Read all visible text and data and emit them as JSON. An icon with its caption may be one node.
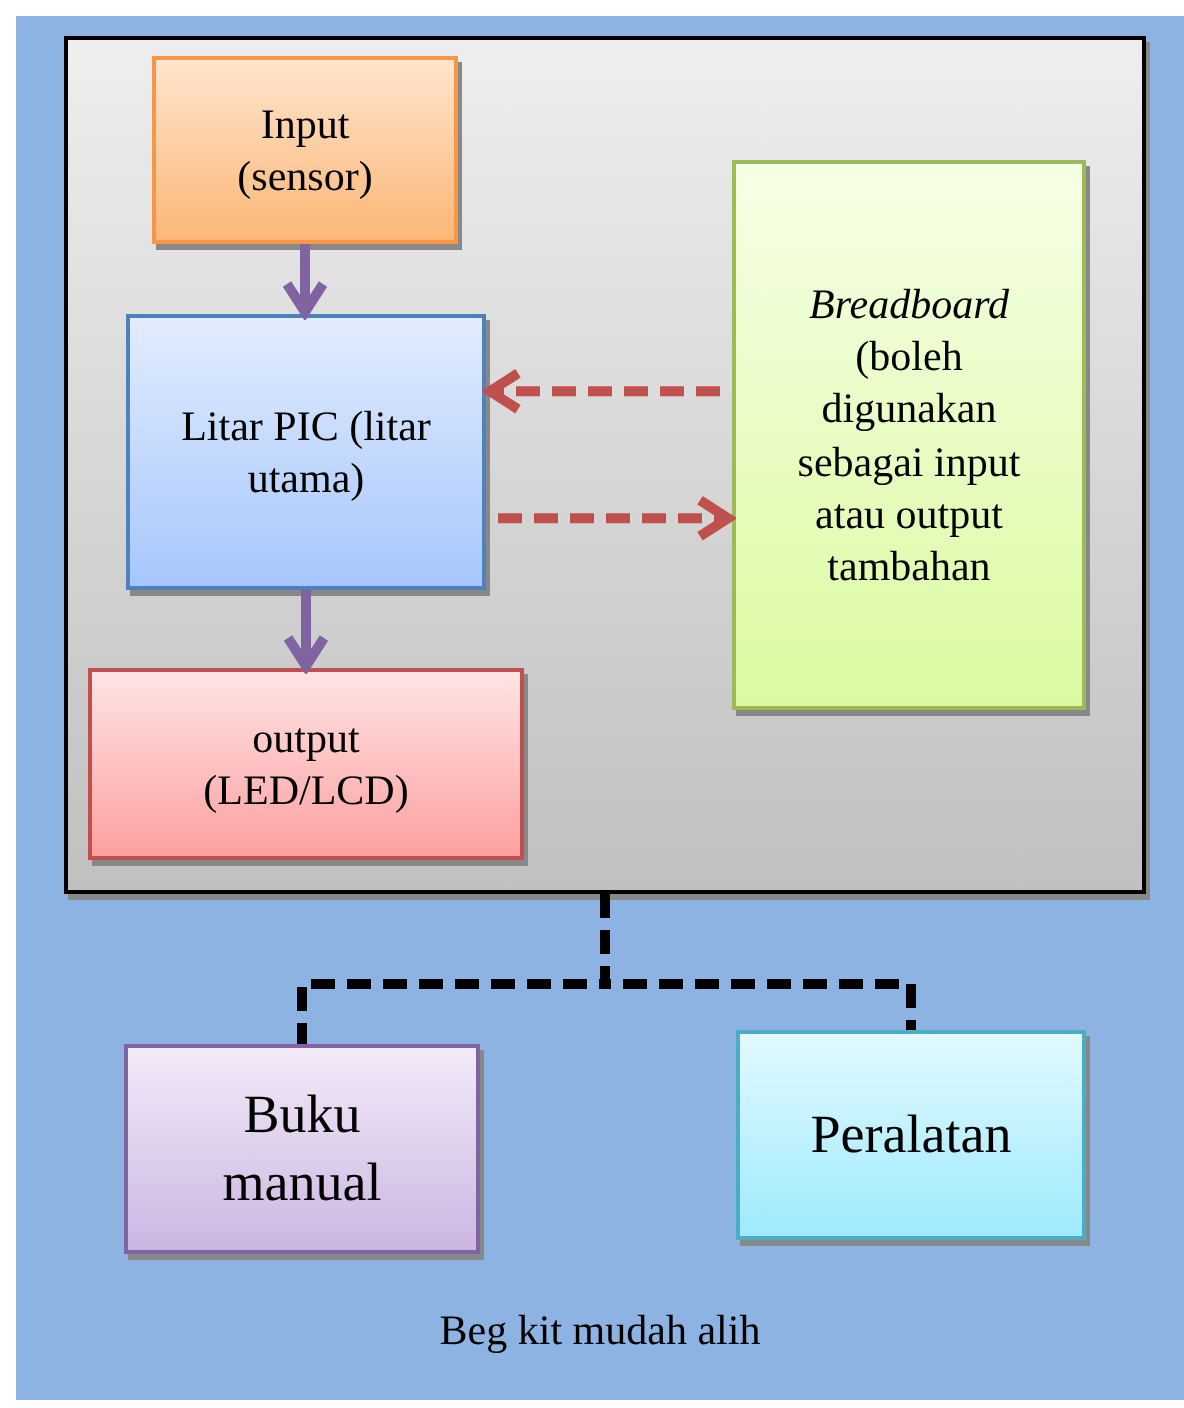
{
  "diagram": {
    "nodes": [
      {
        "text": [
          "Beg kit mudah alih"
        ]
      },
      {
        "text": [],
        "shape": "box",
        "in": 0
      },
      {
        "text": [
          "Input (sensor)"
        ],
        "in": 1
      },
      {
        "text": [
          "Litar PIC (litar utama)"
        ],
        "in": 1
      },
      {
        "text": [
          "*Breadboard* (boleh digunakan sebagai input atau output tambahan"
        ],
        "in": 1
      },
      {
        "text": [
          "output (LED/LCD)"
        ],
        "in": 1
      },
      {
        "text": [
          "Buku manual"
        ],
        "in": 0
      },
      {
        "text": [
          "Peralatan"
        ],
        "in": 0
      }
    ],
    "edges": [
      {
        "from": 2,
        "to": 3,
        "arrow": "to"
      },
      {
        "from": 4,
        "to": 3,
        "arrow": "to",
        "style": "dashed",
        "color": "#c0504d"
      },
      {
        "from": 3,
        "to": 4,
        "arrow": "to",
        "style": "dashed",
        "color": "#c0504d"
      },
      {
        "from": 3,
        "to": 5,
        "arrow": "to"
      },
      {
        "from": 1,
        "to": 6,
        "arrow": "none",
        "style": "dashed",
        "color": "#000000"
      },
      {
        "from": 1,
        "to": 7,
        "arrow": "none",
        "style": "dashed",
        "color": "#000000"
      }
    ]
  }
}
